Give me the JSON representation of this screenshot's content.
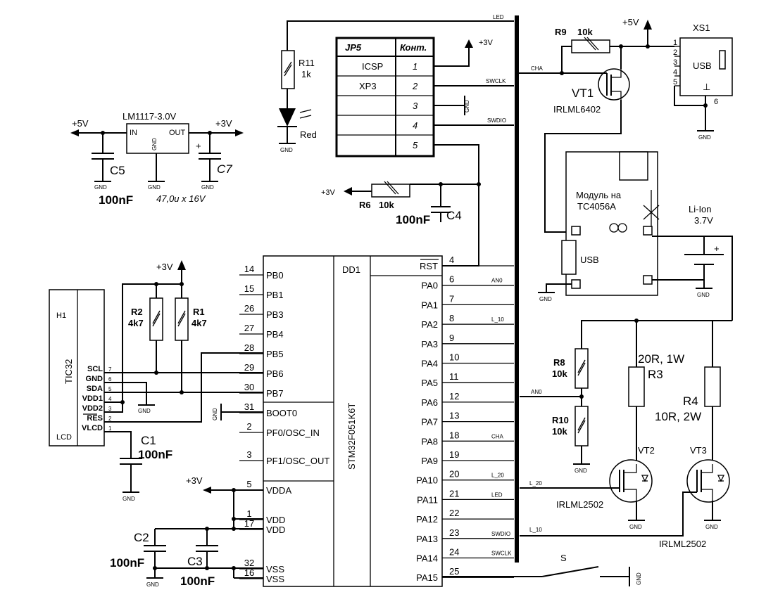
{
  "mcu": {
    "ref": "DD1",
    "part": "STM32F051K6T",
    "left_pins": [
      {
        "num": "14",
        "name": "PB0"
      },
      {
        "num": "15",
        "name": "PB1"
      },
      {
        "num": "26",
        "name": "PB3"
      },
      {
        "num": "27",
        "name": "PB4"
      },
      {
        "num": "28",
        "name": "PB5"
      },
      {
        "num": "29",
        "name": "PB6"
      },
      {
        "num": "30",
        "name": "PB7"
      },
      {
        "num": "31",
        "name": "BOOT0"
      },
      {
        "num": "2",
        "name": "PF0/OSC_IN"
      },
      {
        "num": "3",
        "name": "PF1/OSC_OUT"
      },
      {
        "num": "5",
        "name": "VDDA"
      },
      {
        "num": "1",
        "name": "VDD"
      },
      {
        "num": "17",
        "name": "VDD"
      },
      {
        "num": "32",
        "name": "VSS"
      },
      {
        "num": "16",
        "name": "VSS"
      }
    ],
    "right_pins": [
      {
        "num": "4",
        "name": "RST",
        "net": ""
      },
      {
        "num": "6",
        "name": "PA0",
        "net": "AN0"
      },
      {
        "num": "7",
        "name": "PA1",
        "net": ""
      },
      {
        "num": "8",
        "name": "PA2",
        "net": "L_10"
      },
      {
        "num": "9",
        "name": "PA3",
        "net": ""
      },
      {
        "num": "10",
        "name": "PA4",
        "net": ""
      },
      {
        "num": "11",
        "name": "PA5",
        "net": ""
      },
      {
        "num": "12",
        "name": "PA6",
        "net": ""
      },
      {
        "num": "13",
        "name": "PA7",
        "net": ""
      },
      {
        "num": "18",
        "name": "PA8",
        "net": "CHA"
      },
      {
        "num": "19",
        "name": "PA9",
        "net": ""
      },
      {
        "num": "20",
        "name": "PA10",
        "net": "L_20"
      },
      {
        "num": "21",
        "name": "PA11",
        "net": "LED"
      },
      {
        "num": "22",
        "name": "PA12",
        "net": ""
      },
      {
        "num": "23",
        "name": "PA13",
        "net": "SWDIO"
      },
      {
        "num": "24",
        "name": "PA14",
        "net": "SWCLK"
      },
      {
        "num": "25",
        "name": "PA15",
        "net": ""
      }
    ]
  },
  "jp5": {
    "title": "JP5",
    "col_header": "Конт.",
    "rows": [
      {
        "label": "ICSP",
        "num": "1"
      },
      {
        "label": "XP3",
        "num": "2"
      },
      {
        "label": "",
        "num": "3"
      },
      {
        "label": "",
        "num": "4"
      },
      {
        "label": "",
        "num": "5"
      }
    ]
  },
  "lcd": {
    "ref": "H1",
    "part": "TIC32",
    "footer": "LCD",
    "pins": [
      {
        "num": "7",
        "name": "SCL"
      },
      {
        "num": "6",
        "name": "GND"
      },
      {
        "num": "5",
        "name": "SDA"
      },
      {
        "num": "4",
        "name": "VDD1"
      },
      {
        "num": "3",
        "name": "VDD2"
      },
      {
        "num": "2",
        "name": "RES"
      },
      {
        "num": "1",
        "name": "VLCD"
      }
    ]
  },
  "reg": {
    "part": "LM1117-3.0V",
    "in": "IN",
    "out": "OUT",
    "gnd": "GND"
  },
  "caps": {
    "c5": {
      "ref": "C5",
      "val": "100nF"
    },
    "c7": {
      "ref": "C7",
      "val": "47,0u x 16V"
    },
    "c4": {
      "ref": "C4",
      "val": "100nF"
    },
    "c1": {
      "ref": "C1",
      "val": "100nF"
    },
    "c2": {
      "ref": "C2",
      "val": "100nF"
    },
    "c3": {
      "ref": "C3",
      "val": "100nF"
    }
  },
  "res": {
    "r11": {
      "ref": "R11",
      "val": "1k"
    },
    "r9": {
      "ref": "R9",
      "val": "10k"
    },
    "r6": {
      "ref": "R6",
      "val": "10k"
    },
    "r2": {
      "ref": "R2",
      "val": "4k7"
    },
    "r1": {
      "ref": "R1",
      "val": "4k7"
    },
    "r8": {
      "ref": "R8",
      "val": "10k"
    },
    "r10": {
      "ref": "R10",
      "val": "10k"
    },
    "r3": {
      "ref": "R3",
      "val": "20R, 1W"
    },
    "r4": {
      "ref": "R4",
      "val": "10R, 2W"
    }
  },
  "trans": {
    "vt1": {
      "ref": "VT1",
      "part": "IRLML6402"
    },
    "vt2": {
      "ref": "VT2",
      "part": "IRLML2502"
    },
    "vt3": {
      "ref": "VT3",
      "part": "IRLML2502"
    }
  },
  "led": {
    "color": "Red"
  },
  "usb_conn": {
    "ref": "XS1",
    "label": "USB",
    "pins": [
      "1",
      "2",
      "3",
      "4",
      "5",
      "6"
    ]
  },
  "module": {
    "line1": "Модуль на",
    "line2": "TC4056A",
    "usb": "USB"
  },
  "battery": {
    "line1": "Li-Ion",
    "line2": "3.7V",
    "plus": "+"
  },
  "switch": {
    "ref": "S"
  },
  "power": {
    "p5v": "+5V",
    "p3v": "+3V",
    "gnd": "GND"
  },
  "nets": {
    "led": "LED",
    "swclk": "SWCLK",
    "swdio": "SWDIO",
    "cha": "CHA",
    "an0": "AN0",
    "l10": "L_10",
    "l20": "L_20"
  }
}
